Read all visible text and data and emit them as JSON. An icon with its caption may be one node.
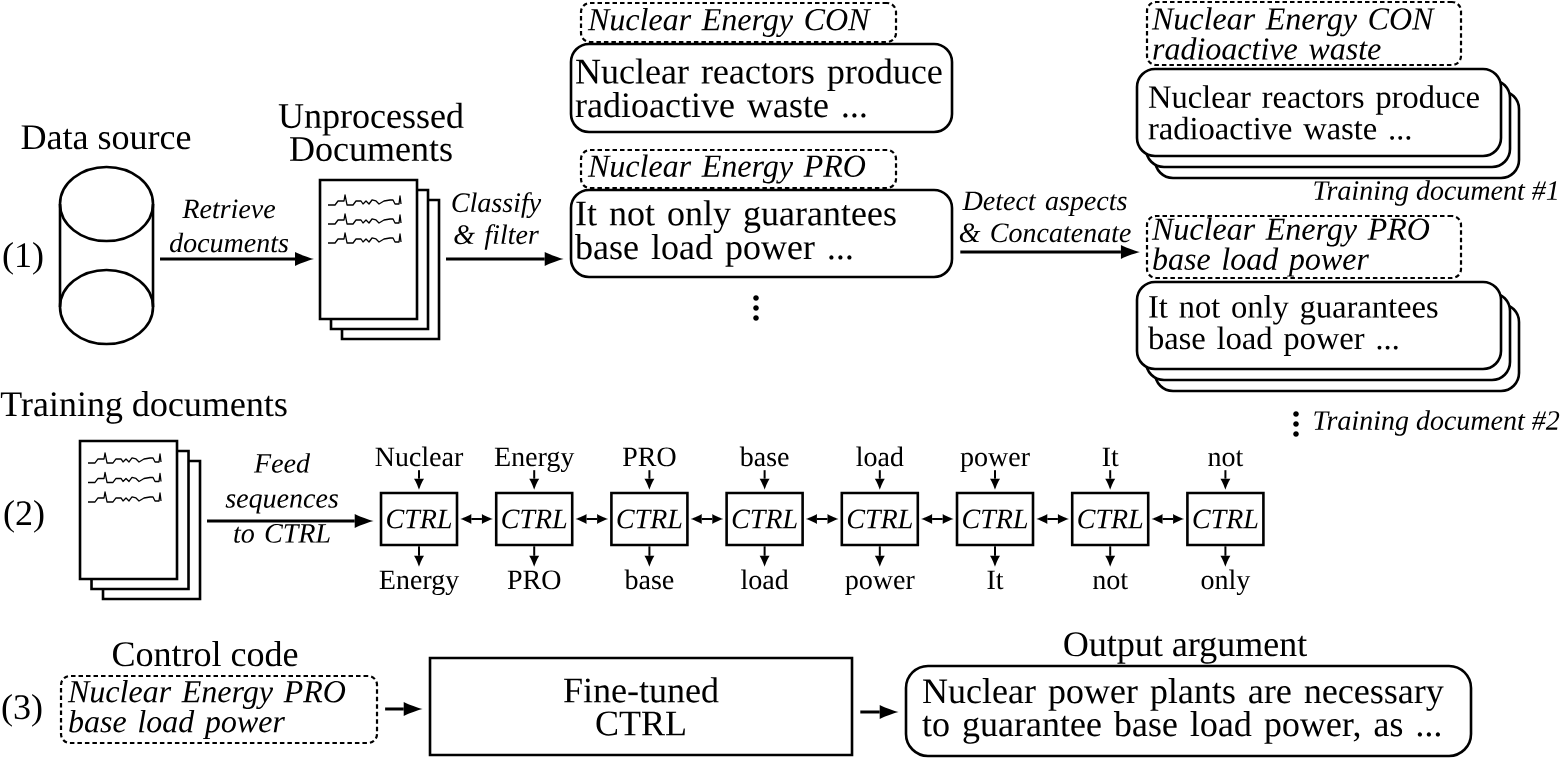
{
  "diagram": {
    "nodes": [
      {
        "text": [
          "Data source"
        ]
      },
      {
        "text": [
          "Unprocessed Documents"
        ]
      },
      {
        "text": [
          "Nuclear Energy CON"
        ]
      },
      {
        "text": [
          "Nuclear reactors produce radioactive waste ..."
        ]
      },
      {
        "text": [
          "Nuclear Energy PRO"
        ]
      },
      {
        "text": [
          "It not only guarantees base load power ..."
        ]
      },
      {
        "text": [
          "Nuclear Energy CON radioactive waste"
        ]
      },
      {
        "text": [
          "Nuclear reactors produce radioactive waste ..."
        ],
        "beside": [
          "Training document #1"
        ]
      },
      {
        "text": [
          "Nuclear Energy PRO base load power"
        ]
      },
      {
        "text": [
          "It not only guarantees base load power ..."
        ],
        "beside": [
          "Training document #2"
        ]
      },
      {
        "text": [
          "Training documents"
        ]
      },
      {
        "text": [
          "Nuclear"
        ]
      },
      {
        "text": [
          "Energy"
        ]
      },
      {
        "text": [
          "PRO"
        ]
      },
      {
        "text": [
          "base"
        ]
      },
      {
        "text": [
          "load"
        ]
      },
      {
        "text": [
          "power"
        ]
      },
      {
        "text": [
          "It"
        ]
      },
      {
        "text": [
          "not"
        ]
      },
      {
        "text": [
          "CTRL"
        ]
      },
      {
        "text": [
          "CTRL"
        ]
      },
      {
        "text": [
          "CTRL"
        ]
      },
      {
        "text": [
          "CTRL"
        ]
      },
      {
        "text": [
          "CTRL"
        ]
      },
      {
        "text": [
          "CTRL"
        ]
      },
      {
        "text": [
          "CTRL"
        ]
      },
      {
        "text": [
          "CTRL"
        ]
      },
      {
        "text": [
          "Energy"
        ]
      },
      {
        "text": [
          "PRO"
        ]
      },
      {
        "text": [
          "base"
        ]
      },
      {
        "text": [
          "load"
        ]
      },
      {
        "text": [
          "power"
        ]
      },
      {
        "text": [
          "It"
        ]
      },
      {
        "text": [
          "not"
        ]
      },
      {
        "text": [
          "only"
        ]
      },
      {
        "text": [
          "Control code",
          "Nuclear Energy PRO base load power"
        ]
      },
      {
        "text": [
          "Fine-tuned CTRL"
        ]
      },
      {
        "text": [
          "Output argument",
          "Nuclear power plants are necessary to guarantee base load power, as ..."
        ]
      }
    ],
    "edges": [
      {
        "from": 0,
        "to": 1,
        "arrow": "to",
        "label": "Retrieve documents"
      },
      {
        "from": 1,
        "to": 5,
        "arrow": "to",
        "label": "Classify & filter"
      },
      {
        "from": 5,
        "to": 8,
        "arrow": "to",
        "label": "Detect aspects & Concatenate"
      },
      {
        "from": 10,
        "to": 19,
        "arrow": "to",
        "label": "Feed sequences to CTRL"
      },
      {
        "from": 11,
        "to": 19,
        "arrow": "to"
      },
      {
        "from": 12,
        "to": 20,
        "arrow": "to"
      },
      {
        "from": 13,
        "to": 21,
        "arrow": "to"
      },
      {
        "from": 14,
        "to": 22,
        "arrow": "to"
      },
      {
        "from": 15,
        "to": 23,
        "arrow": "to"
      },
      {
        "from": 16,
        "to": 24,
        "arrow": "to"
      },
      {
        "from": 17,
        "to": 25,
        "arrow": "to"
      },
      {
        "from": 18,
        "to": 26,
        "arrow": "to"
      },
      {
        "from": 19,
        "to": 27,
        "arrow": "to"
      },
      {
        "from": 20,
        "to": 28,
        "arrow": "to"
      },
      {
        "from": 21,
        "to": 29,
        "arrow": "to"
      },
      {
        "from": 22,
        "to": 30,
        "arrow": "to"
      },
      {
        "from": 23,
        "to": 31,
        "arrow": "to"
      },
      {
        "from": 24,
        "to": 32,
        "arrow": "to"
      },
      {
        "from": 25,
        "to": 33,
        "arrow": "to"
      },
      {
        "from": 26,
        "to": 34,
        "arrow": "to"
      },
      {
        "from": 19,
        "to": 20,
        "arrow": "both"
      },
      {
        "from": 20,
        "to": 21,
        "arrow": "both"
      },
      {
        "from": 21,
        "to": 22,
        "arrow": "both"
      },
      {
        "from": 22,
        "to": 23,
        "arrow": "both"
      },
      {
        "from": 23,
        "to": 24,
        "arrow": "both"
      },
      {
        "from": 24,
        "to": 25,
        "arrow": "both"
      },
      {
        "from": 25,
        "to": 26,
        "arrow": "both"
      },
      {
        "from": 35,
        "to": 36,
        "arrow": "to"
      },
      {
        "from": 36,
        "to": 37,
        "arrow": "to"
      }
    ],
    "labels": [
      "(1)",
      "(2)",
      "(3)"
    ]
  }
}
